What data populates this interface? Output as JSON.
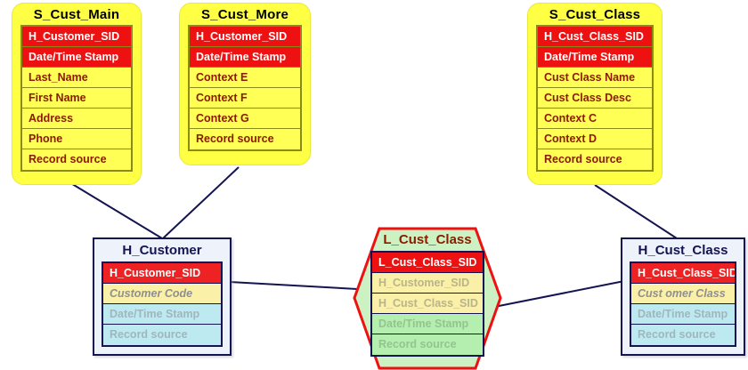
{
  "diagram": {
    "title": "Data Vault model",
    "colors": {
      "satellite_fill": "#ffff44",
      "satellite_row": "#ffff55",
      "satellite_border": "#8a8a18",
      "satellite_text": "#8b1a00",
      "key_red": "#ee1111",
      "hub_fill": "#eef2fb",
      "hub_border": "#141452",
      "hub_business_key": "#faf0a8",
      "hub_metadata": "#bdeaf0",
      "link_fill": "#ccf2c4",
      "link_border": "#ee1111",
      "link_metadata": "#b5efb0",
      "connector": "#141452"
    }
  },
  "entities": {
    "s_cust_main": {
      "name": "S_Cust_Main",
      "type": "satellite",
      "rows": [
        {
          "label": "H_Customer_SID",
          "kind": "key"
        },
        {
          "label": "Date/Time Stamp",
          "kind": "key"
        },
        {
          "label": "Last_Name",
          "kind": "attribute"
        },
        {
          "label": "First Name",
          "kind": "attribute"
        },
        {
          "label": "Address",
          "kind": "attribute"
        },
        {
          "label": "Phone",
          "kind": "attribute"
        },
        {
          "label": "Record source",
          "kind": "attribute"
        }
      ]
    },
    "s_cust_more": {
      "name": "S_Cust_More",
      "type": "satellite",
      "rows": [
        {
          "label": "H_Customer_SID",
          "kind": "key"
        },
        {
          "label": "Date/Time Stamp",
          "kind": "key"
        },
        {
          "label": "Context E",
          "kind": "attribute"
        },
        {
          "label": "Context F",
          "kind": "attribute"
        },
        {
          "label": "Context G",
          "kind": "attribute"
        },
        {
          "label": "Record source",
          "kind": "attribute"
        }
      ]
    },
    "s_cust_class": {
      "name": "S_Cust_Class",
      "type": "satellite",
      "rows": [
        {
          "label": "H_Cust_Class_SID",
          "kind": "key"
        },
        {
          "label": "Date/Time Stamp",
          "kind": "key"
        },
        {
          "label": "Cust Class Name",
          "kind": "attribute"
        },
        {
          "label": "Cust Class Desc",
          "kind": "attribute"
        },
        {
          "label": "Context C",
          "kind": "attribute"
        },
        {
          "label": "Context D",
          "kind": "attribute"
        },
        {
          "label": "Record source",
          "kind": "attribute"
        }
      ]
    },
    "h_customer": {
      "name": "H_Customer",
      "type": "hub",
      "rows": [
        {
          "label": "H_Customer_SID",
          "kind": "key"
        },
        {
          "label": "Customer Code",
          "kind": "business"
        },
        {
          "label": "Date/Time Stamp",
          "kind": "meta"
        },
        {
          "label": "Record source",
          "kind": "meta"
        }
      ]
    },
    "h_cust_class": {
      "name": "H_Cust_Class",
      "type": "hub",
      "rows": [
        {
          "label": "H_Cust_Class_SID",
          "kind": "key"
        },
        {
          "label": "Cust omer Class",
          "kind": "business"
        },
        {
          "label": "Date/Time Stamp",
          "kind": "meta"
        },
        {
          "label": "Record source",
          "kind": "meta"
        }
      ]
    },
    "l_cust_class": {
      "name": "L_Cust_Class",
      "type": "link",
      "rows": [
        {
          "label": "L_Cust_Class_SID",
          "kind": "key"
        },
        {
          "label": "H_Customer_SID",
          "kind": "fk"
        },
        {
          "label": "H_Cust_Class_SID",
          "kind": "fk"
        },
        {
          "label": "Date/Time Stamp",
          "kind": "meta"
        },
        {
          "label": "Record source",
          "kind": "meta"
        }
      ]
    }
  }
}
